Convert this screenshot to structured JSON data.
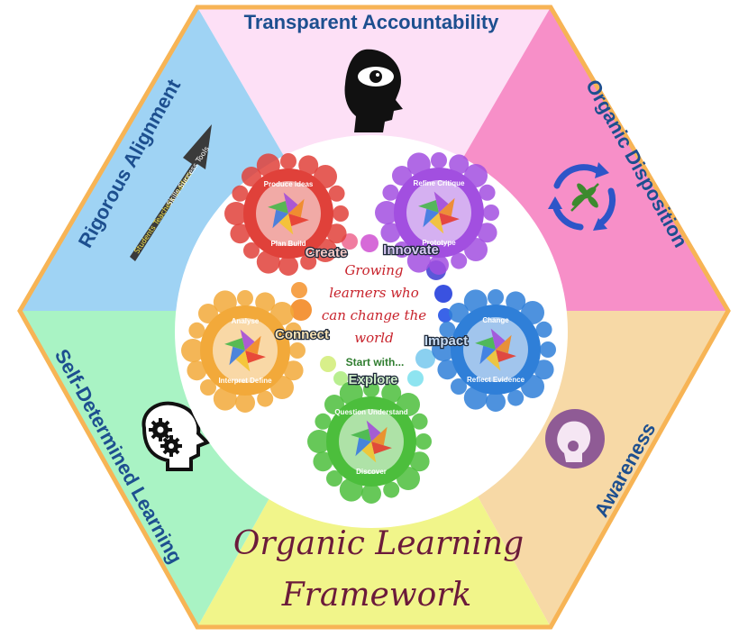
{
  "segments": {
    "top": {
      "label": "Transparent Accountability",
      "color": "#fde0f6"
    },
    "top_right": {
      "label": "Organic Disposition",
      "color": "#f78fc8"
    },
    "bottom_right": {
      "label": "Awareness",
      "color": "#f7d9a6"
    },
    "bottom": {
      "label": "",
      "color": "#f1f58a"
    },
    "bottom_left": {
      "label": "Self-Determined Learning",
      "color": "#a9f3c4"
    },
    "top_left": {
      "label": "Rigorous Alignment",
      "color": "#9fd3f4"
    }
  },
  "border_color": "#f7b455",
  "label_color": "#1d4f8f",
  "framework": {
    "line1": "Organic Learning",
    "line2": "Framework",
    "color": "#6b1a3a"
  },
  "center": {
    "tagline": [
      "Growing",
      "learners who",
      "can change the",
      "world"
    ],
    "tagline_color": "#c8232c",
    "start_label": "Start with...",
    "start_color": "#2f7d2f"
  },
  "arrow": {
    "words_low": "Students  Teachers  Leaders",
    "words_high": "Skills  Success  Tools"
  },
  "clusters": {
    "create": {
      "word": "Create",
      "ring1": "Produce ideas",
      "ring2": "Plan Build",
      "color": "#e0413a"
    },
    "innovate": {
      "word": "Innovate",
      "ring1": "Refine  Critique",
      "ring2": "Prototype",
      "color": "#a24fe0"
    },
    "connect": {
      "word": "Connect",
      "ring1": "Analyse",
      "ring2": "Interpret  Define",
      "color": "#f2a93a"
    },
    "impact": {
      "word": "Impact",
      "ring1": "Change",
      "ring2": "Reflect  Evidence",
      "color": "#2f7fd8"
    },
    "explore": {
      "word": "Explore",
      "ring1": "Question  Understand",
      "ring2": "Discover",
      "color": "#4cbe3c"
    }
  },
  "icons": {
    "top": "head-eye-icon",
    "top_right": "recycle-leaf-icon",
    "bottom_right": "awareness-mind-icon",
    "bottom_left": "head-gears-icon",
    "top_left": "growth-arrow-icon"
  }
}
